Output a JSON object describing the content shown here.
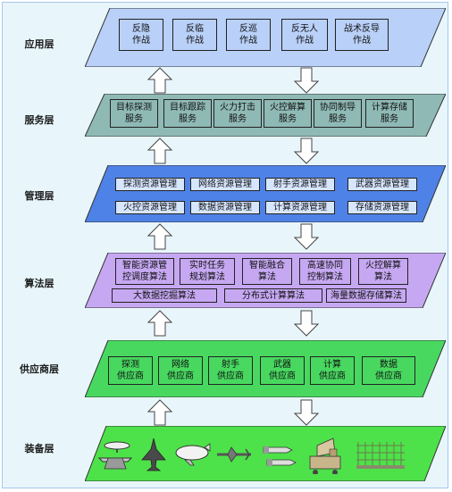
{
  "layers": {
    "application": {
      "label": "应用层",
      "color": "#b9d0f8",
      "items": [
        "反隐\n作战",
        "反临\n作战",
        "反巡\n作战",
        "反无人\n作战",
        "战术反导\n作战"
      ]
    },
    "service": {
      "label": "服务层",
      "color": "#8fb9b5",
      "items": [
        "目标探测\n服务",
        "目标跟踪\n服务",
        "火力打击\n服务",
        "火控解算\n服务",
        "协同制导\n服务",
        "计算存储\n服务"
      ]
    },
    "management": {
      "label": "管理层",
      "color": "#4f82e6",
      "items": [
        "探测资源管理",
        "网络资源管理",
        "射手资源管理",
        "武器资源管理",
        "火控资源管理",
        "数据资源管理",
        "计算资源管理",
        "存储资源管理"
      ]
    },
    "algorithm": {
      "label": "算法层",
      "color": "#c6a8f2",
      "items": [
        "智能资源管\n控调度算法",
        "实时任务\n规划算法",
        "智能融合\n算法",
        "高速协同\n控制算法",
        "火控解算\n算法",
        "大数据挖掘算法",
        "分布式计算算法",
        "海量数据存储算法"
      ]
    },
    "supplier": {
      "label": "供应商层",
      "color": "#48d860",
      "items": [
        "探测\n供应商",
        "网络\n供应商",
        "射手\n供应商",
        "武器\n供应商",
        "计算\n供应商",
        "数据\n供应商"
      ]
    },
    "equipment": {
      "label": "装备层",
      "color": "#4ee24a",
      "icons": [
        "awacs-aircraft-icon",
        "fighter-jet-icon",
        "airship-icon",
        "drone-icon",
        "missile-icon",
        "radar-station-icon",
        "antenna-array-icon"
      ]
    }
  }
}
